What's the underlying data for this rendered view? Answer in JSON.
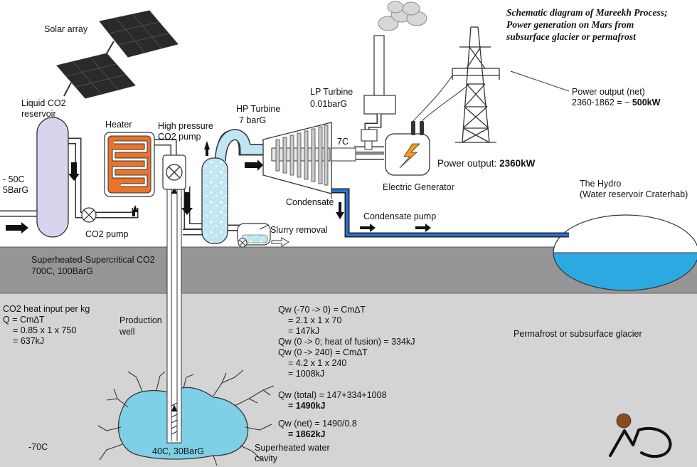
{
  "title": {
    "line1": "Schematic diagram of Mareekh Process;",
    "line2": "Power generation on Mars from",
    "line3": "subsurface glacier or permafrost"
  },
  "labels": {
    "solar_array": "Solar array",
    "liquid_co2_reservoir_1": "Liquid CO2",
    "liquid_co2_reservoir_2": "reservoir",
    "reservoir_temp": "- 50C",
    "reservoir_pressure": "5BarG",
    "co2_pump": "CO2 pump",
    "heater": "Heater",
    "high_pressure_pump_1": "High pressure",
    "high_pressure_pump_2": "CO2 pump",
    "hp_turbine_1": "HP Turbine",
    "hp_turbine_2": "7 barG",
    "lp_turbine_1": "LP Turbine",
    "lp_turbine_2": "0.01barG",
    "turbine_temp": "7C",
    "power_output_label": "Power output:",
    "power_output_value": "2360kW",
    "electric_generator": "Electric Generator",
    "power_net_1": "Power output (net)",
    "power_net_2": "2360-1862 = ~",
    "power_net_value": "500kW",
    "hydro_1": "The Hydro",
    "hydro_2": "(Water reservoir Craterhab)",
    "condensate": "Condensate",
    "condensate_pump": "Condensate pump",
    "slurry_removal": "Slurry removal",
    "superheated_co2_1": "Superheated-Supercritical CO2",
    "superheated_co2_2": "700C, 100BarG",
    "production_well_1": "Production",
    "production_well_2": "well",
    "permafrost": "Permafrost or subsurface glacier",
    "cavity_conditions": "40C, 30BarG",
    "cavity_1": "Superheated water",
    "cavity_2": "cavity",
    "ambient_temp": "-70C"
  },
  "co2_heat": {
    "line1": "CO2 heat input per kg",
    "line2": "Q = Cm∆T",
    "line3": "= 0.85 x 1 x 750",
    "line4": "= 637kJ"
  },
  "water_heat": {
    "line1": "Qw (-70 -> 0) = Cm∆T",
    "line2": "= 2.1 x 1 x 70",
    "line3": "= 147kJ",
    "line4": "Qw (0 -> 0; heat of fusion) = 334kJ",
    "line5": "Qw (0 -> 240) = Cm∆T",
    "line6": "= 4.2 x 1 x 240",
    "line7": "= 1008kJ",
    "line8": "Qw (total) = 147+334+1008",
    "line9": "= 1490kJ",
    "line10": "Qw (net) = 1490/0.8",
    "line11": "= 1862kJ"
  },
  "colors": {
    "ground": "#969696",
    "subsurface": "#d4d4d4",
    "water": "#7fd0e6",
    "hydro_water": "#2ca9e1",
    "heater": "#e8742a",
    "reservoir": "#d9d4ee",
    "condensate_pipe": "#2a6fd6"
  },
  "icons": {
    "solar_panel": "solar-panel-icon",
    "pylon": "transmission-tower-icon",
    "lightning": "lightning-icon",
    "logo": "md-logo-icon"
  }
}
